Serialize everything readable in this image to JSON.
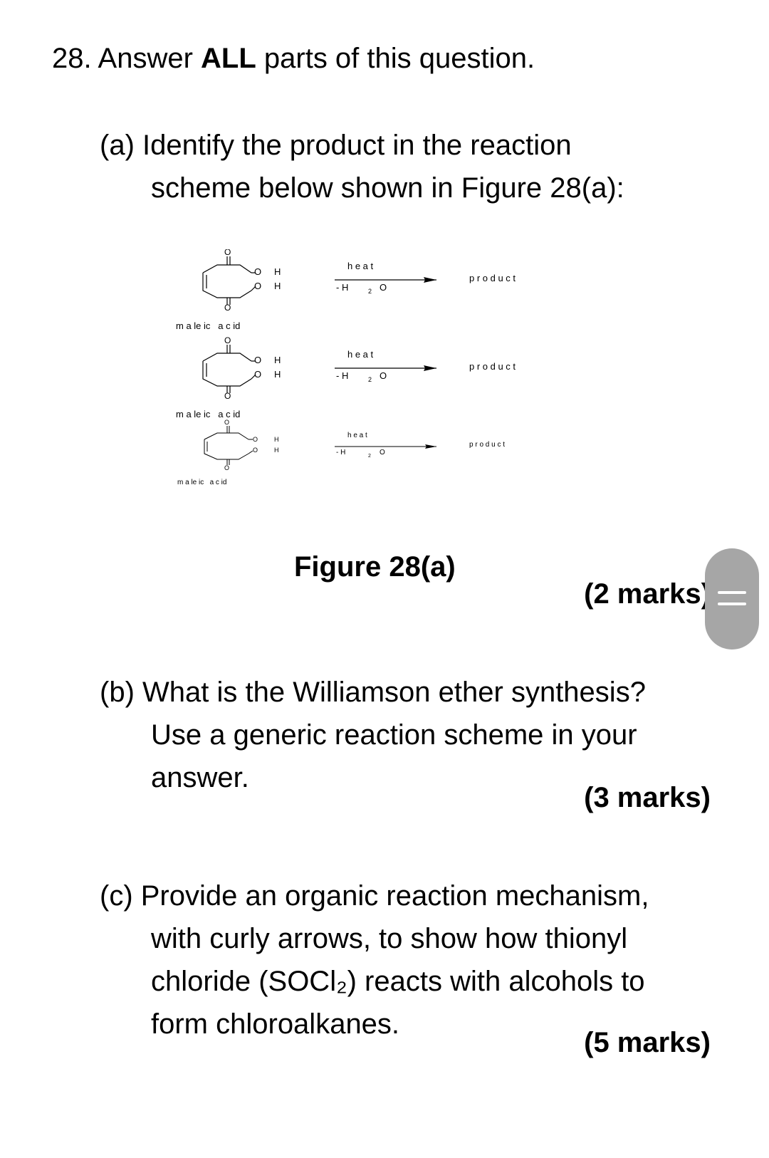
{
  "question": {
    "number_label": "28. Answer ",
    "emphasis": "ALL",
    "rest": " parts of this question."
  },
  "part_a": {
    "lines": [
      "(a) Identify the product in the reaction",
      "scheme below shown in Figure 28(a):"
    ],
    "marks": "(2 marks)"
  },
  "figure": {
    "caption": "Figure 28(a)",
    "scheme_rows": [
      {
        "reactant_label": "m a le ic   a c id",
        "condition_top": "h e a t",
        "condition_bottom": "- H",
        "subscript": "2",
        "condition_o": "O",
        "product": "p r o d u c t",
        "atom_o": "O",
        "atom_h": "H"
      },
      {
        "reactant_label": "m a le ic   a c id",
        "condition_top": "h e a t",
        "condition_bottom": "- H",
        "subscript": "2",
        "condition_o": "O",
        "product": "p r o d u c t",
        "atom_o": "O",
        "atom_h": "H"
      },
      {
        "reactant_label": "m a le ic   a c id",
        "condition_top": "h e a t",
        "condition_bottom": "- H",
        "subscript": "2",
        "condition_o": "O",
        "product": "p r o d u c t",
        "atom_o": "O",
        "atom_h": "H"
      }
    ]
  },
  "part_b": {
    "lines": [
      "(b) What is the Williamson ether synthesis?",
      "Use a generic reaction scheme in your",
      "answer."
    ],
    "marks": "(3 marks)"
  },
  "part_c": {
    "lines": [
      "(c) Provide an organic reaction mechanism,",
      "with curly arrows, to show how thionyl",
      "chloride (SOCl₂) reacts with alcohols to",
      "form chloroalkanes."
    ],
    "marks": "(5 marks)"
  },
  "scroll_handle_icon": "scroll-grip-icon"
}
